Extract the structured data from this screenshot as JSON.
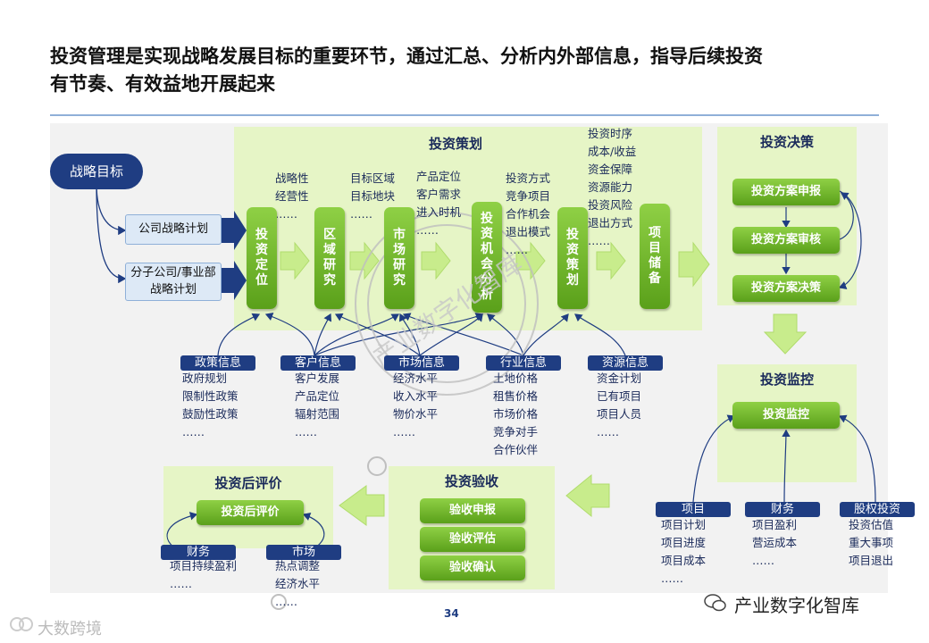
{
  "title": "投资管理是实现战略发展目标的重要环节，通过汇总、分析内外部信息，指导后续投资有节奏、有效益地开展起来",
  "left": {
    "strategic_goal": "战略目标",
    "plan1": "公司战略计划",
    "plan2": "分子公司/事业部战略计划"
  },
  "planning": {
    "title": "投资策划",
    "steps": [
      "投资定位",
      "区域研究",
      "市场研究",
      "投资机会分析",
      "投资策划",
      "项目储备"
    ],
    "notes": [
      [
        "战略性",
        "经营性",
        "……"
      ],
      [
        "目标区域",
        "目标地块",
        "……"
      ],
      [
        "产品定位",
        "客户需求",
        "进入时机",
        "……"
      ],
      [
        "投资方式",
        "竞争项目",
        "合作机会",
        "退出模式",
        "……"
      ],
      [
        "投资时序",
        "成本/收益",
        "资金保障",
        "资源能力",
        "投资风险",
        "退出方式",
        "……"
      ]
    ]
  },
  "info": [
    {
      "label": "政策信息",
      "items": [
        "政府规划",
        "限制性政策",
        "鼓励性政策",
        "……"
      ]
    },
    {
      "label": "客户信息",
      "items": [
        "客户发展",
        "产品定位",
        "辐射范围",
        "……"
      ]
    },
    {
      "label": "市场信息",
      "items": [
        "经济水平",
        "收入水平",
        "物价水平",
        "……"
      ]
    },
    {
      "label": "行业信息",
      "items": [
        "土地价格",
        "租售价格",
        "市场价格",
        "竞争对手",
        "合作伙伴"
      ]
    },
    {
      "label": "资源信息",
      "items": [
        "资金计划",
        "已有项目",
        "项目人员",
        "……"
      ]
    }
  ],
  "decision": {
    "title": "投资决策",
    "steps": [
      "投资方案申报",
      "投资方案审核",
      "投资方案决策"
    ]
  },
  "monitor": {
    "title": "投资监控",
    "button": "投资监控",
    "cats": [
      {
        "label": "项目",
        "items": [
          "项目计划",
          "项目进度",
          "项目成本",
          "……"
        ]
      },
      {
        "label": "财务",
        "items": [
          "项目盈利",
          "营运成本",
          "……"
        ]
      },
      {
        "label": "股权投资",
        "items": [
          "投资估值",
          "重大事项",
          "项目退出"
        ]
      }
    ]
  },
  "acceptance": {
    "title": "投资验收",
    "steps": [
      "验收申报",
      "验收评估",
      "验收确认"
    ]
  },
  "evaluation": {
    "title": "投资后评价",
    "button": "投资后评价",
    "cats": [
      {
        "label": "财务",
        "items": [
          "项目持续盈利",
          "……"
        ]
      },
      {
        "label": "市场",
        "items": [
          "热点调整",
          "经济水平",
          "……"
        ]
      }
    ]
  },
  "watermark": "产业数字化智库",
  "page_number": "34",
  "footer_right": "产业数字化智库",
  "footer_left": "大数跨境",
  "colors": {
    "navy": "#1f3d82",
    "green": "#6bb52a",
    "panel": "#e6f5c6",
    "arrow": "#c8ec8c"
  }
}
